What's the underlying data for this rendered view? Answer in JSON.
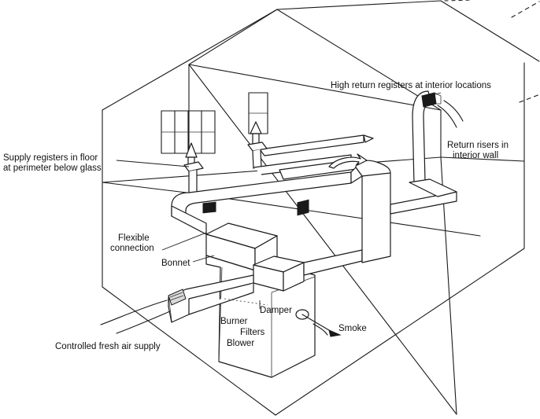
{
  "labels": {
    "high_return": "High return registers at interior locations",
    "return_risers_1": "Return risers in",
    "return_risers_2": "interior wall",
    "supply_registers_1": "Supply registers in floor",
    "supply_registers_2": "at perimeter below glass",
    "flexible_1": "Flexible",
    "flexible_2": "connection",
    "bonnet": "Bonnet",
    "damper": "Damper",
    "burner": "Burner",
    "filters": "Filters",
    "blower": "Blower",
    "smoke": "Smoke",
    "fresh_air": "Controlled fresh air supply"
  },
  "colors": {
    "line": "#1a1a1a",
    "shade": "#d9d9d9",
    "background": "#ffffff"
  }
}
